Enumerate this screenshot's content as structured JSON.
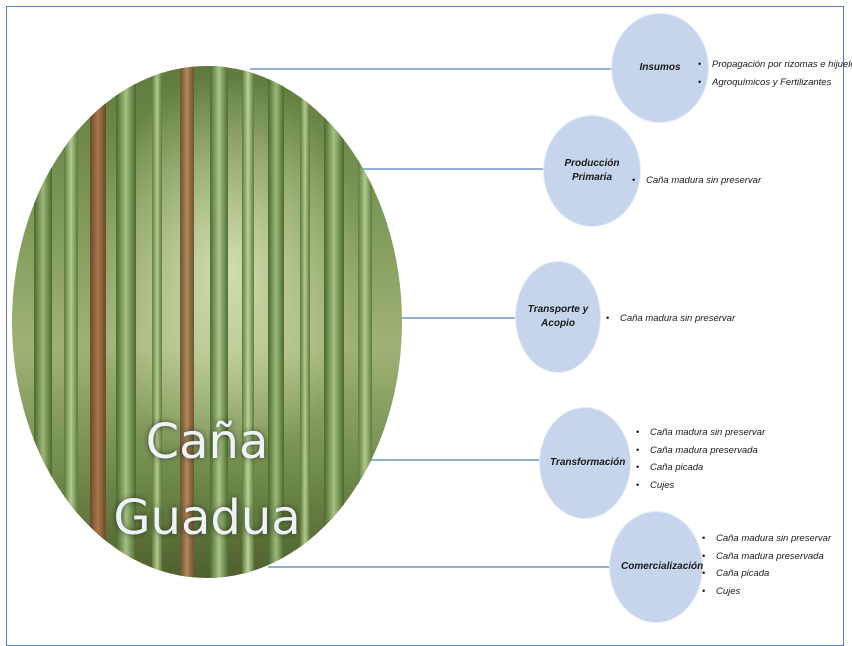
{
  "center": {
    "title_line1": "Caña",
    "title_line2": "Guadua"
  },
  "stages": [
    {
      "label": "Insumos",
      "items": [
        "Propagación por rizomas e hijuelos",
        "Agroquímicos y Fertilizantes"
      ]
    },
    {
      "label": "Producción Primaria",
      "items": [
        "Caña madura sin preservar"
      ]
    },
    {
      "label": "Transporte y Acopio",
      "items": [
        "Caña madura sin preservar"
      ]
    },
    {
      "label": "Transformación",
      "items": [
        "Caña madura sin preservar",
        "Caña madura preservada",
        "Caña picada",
        "Cujes"
      ]
    },
    {
      "label": "Comercialización",
      "items": [
        "Caña madura sin preservar",
        "Caña madura preservada",
        "Caña picada",
        "Cujes"
      ]
    }
  ],
  "colors": {
    "node_fill": "#c6d4ec",
    "connector": "#4f81bd",
    "frame": "#4f7fbf"
  }
}
